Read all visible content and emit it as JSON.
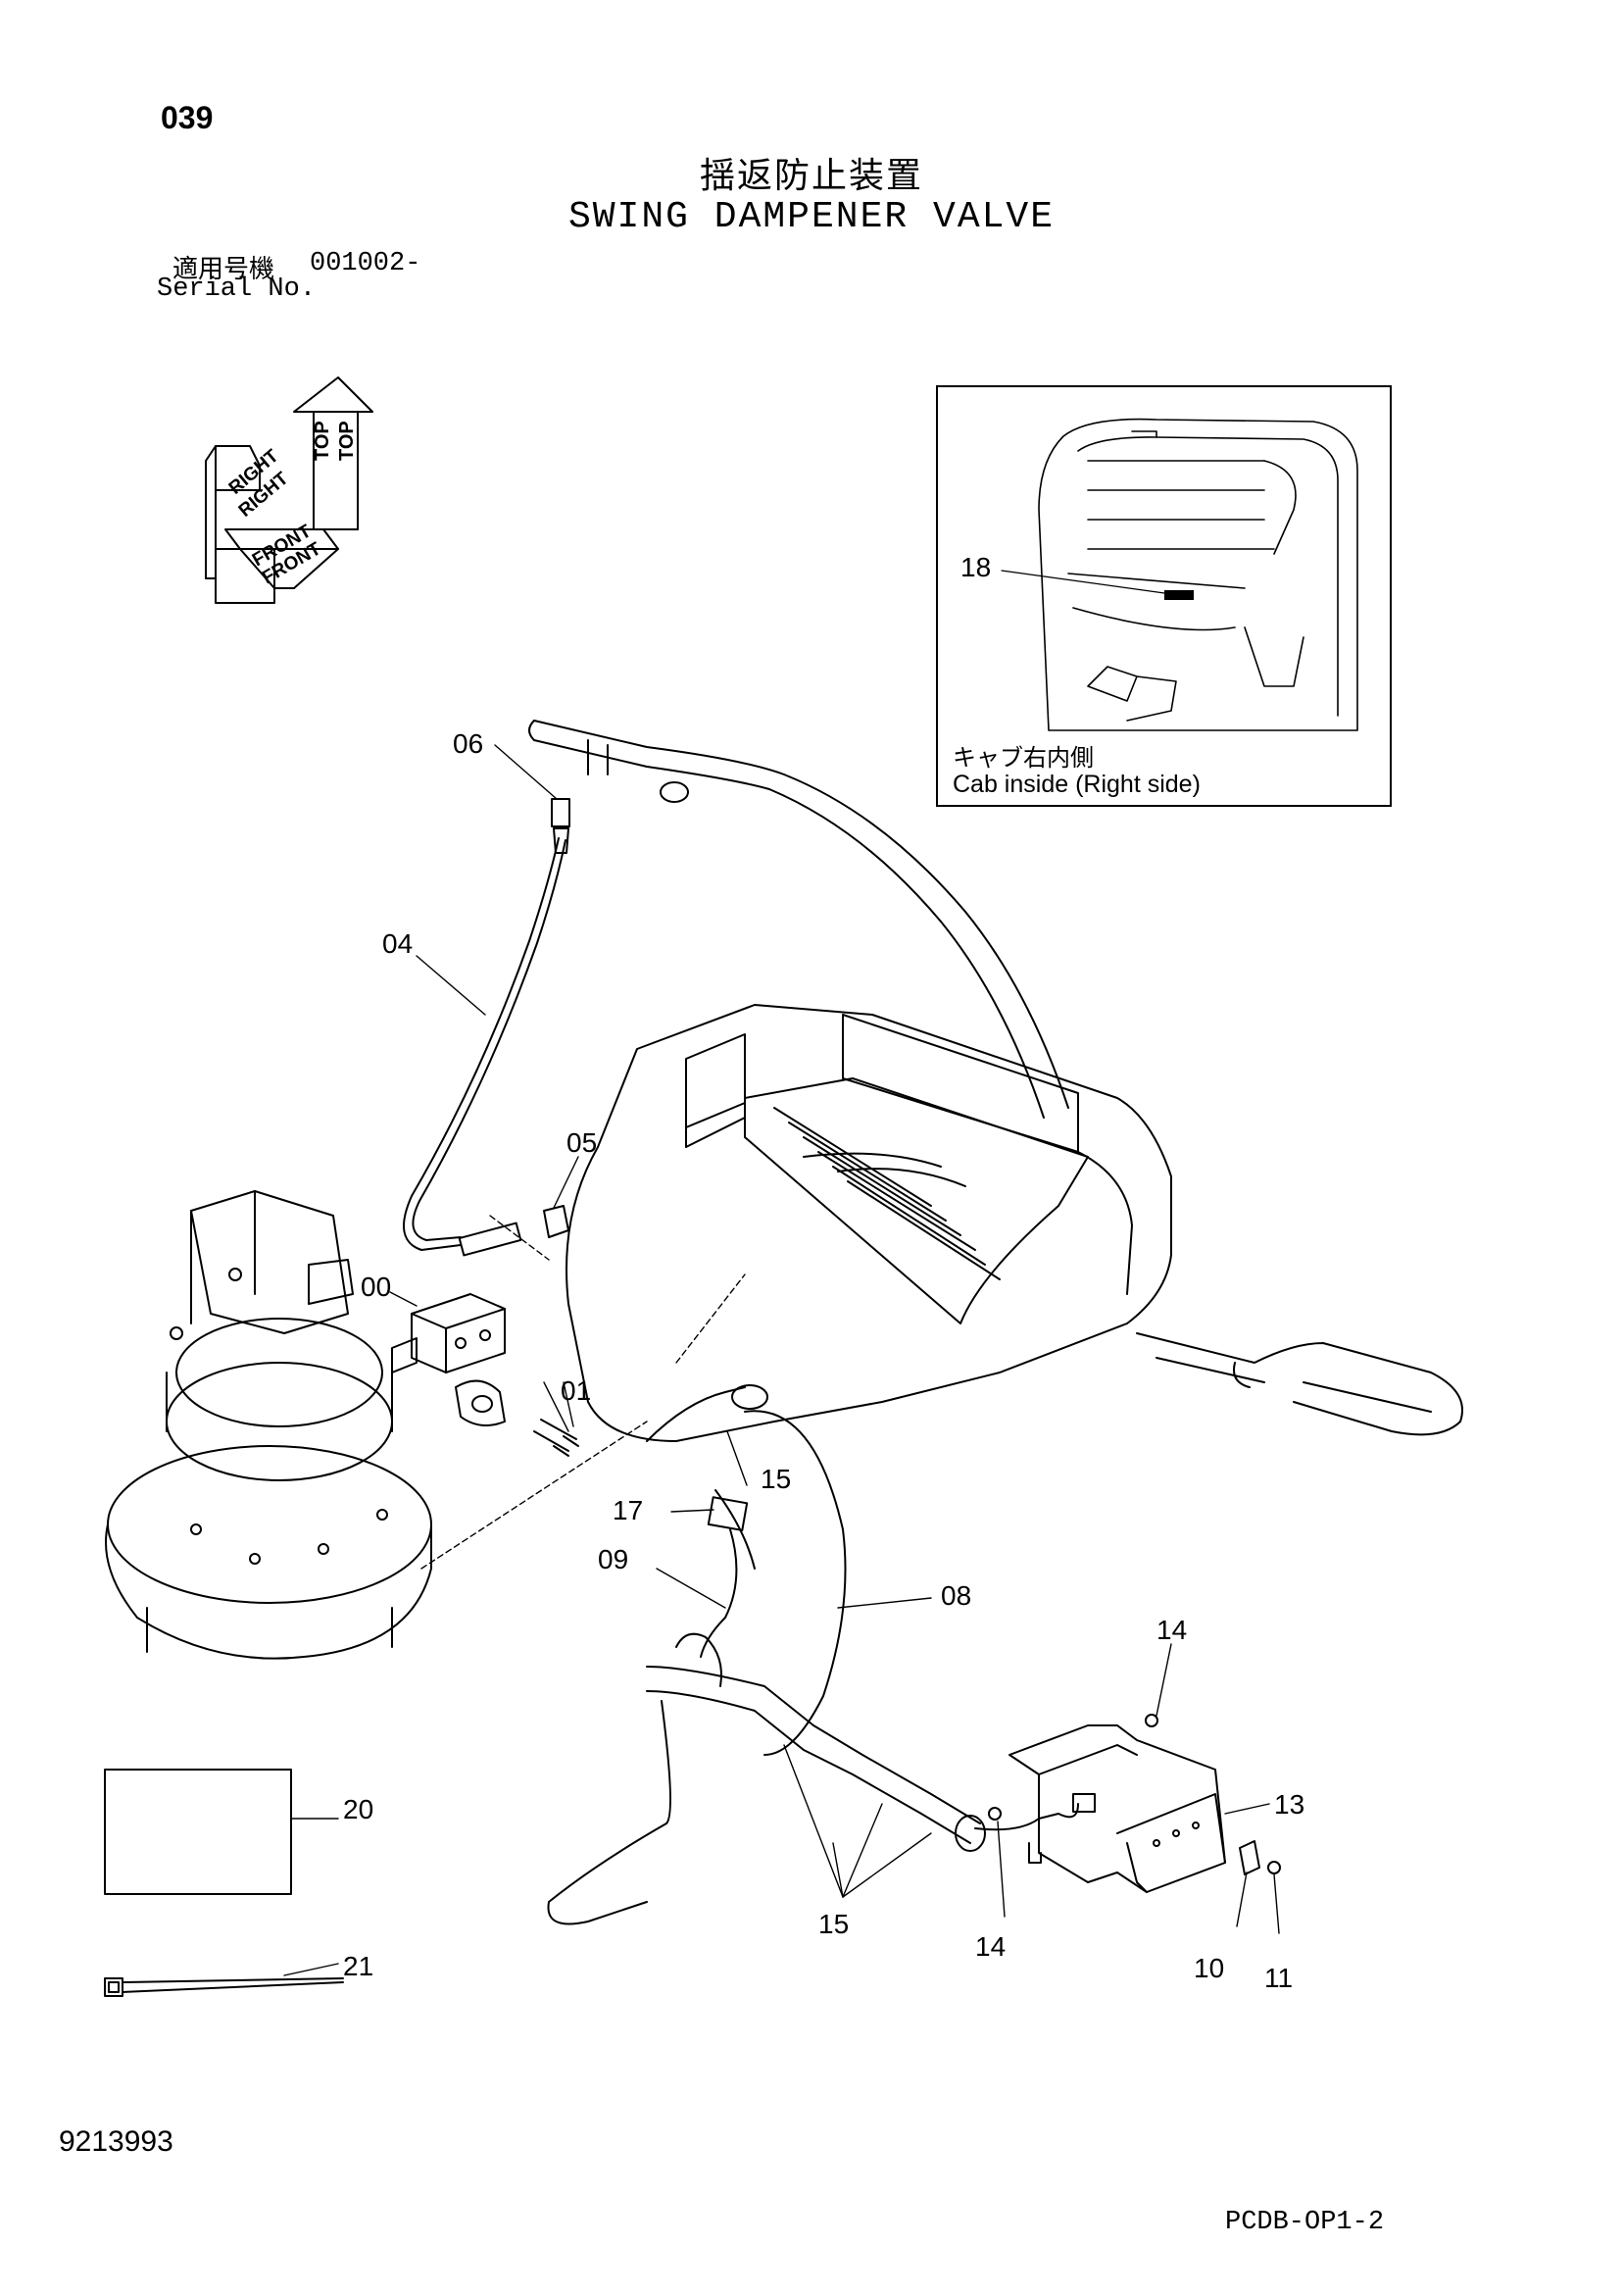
{
  "header": {
    "page_number": "039",
    "title_jp": "揺返防止装置",
    "title_en": "SWING DAMPENER VALVE",
    "serial_label_jp": "適用号機",
    "serial_value": "001002-",
    "serial_label_en": "Serial No."
  },
  "orientation": {
    "top_top": "TOP",
    "top_bottom": "TOP",
    "right_top": "RIGHT",
    "right_bottom": "RIGHT",
    "front_top": "FRONT",
    "front_bottom": "FRONT"
  },
  "inset": {
    "caption_jp": "キャブ右内側",
    "caption_en": "Cab inside (Right side)",
    "callout": "18"
  },
  "callouts": {
    "c00": "00",
    "c01": "01",
    "c04": "04",
    "c05": "05",
    "c06": "06",
    "c08": "08",
    "c09": "09",
    "c10": "10",
    "c11": "11",
    "c13": "13",
    "c14a": "14",
    "c14b": "14",
    "c15a": "15",
    "c15b": "15",
    "c17": "17",
    "c20": "20",
    "c21": "21"
  },
  "footer": {
    "document_number": "9213993",
    "page_code": "PCDB-OP1-2"
  }
}
